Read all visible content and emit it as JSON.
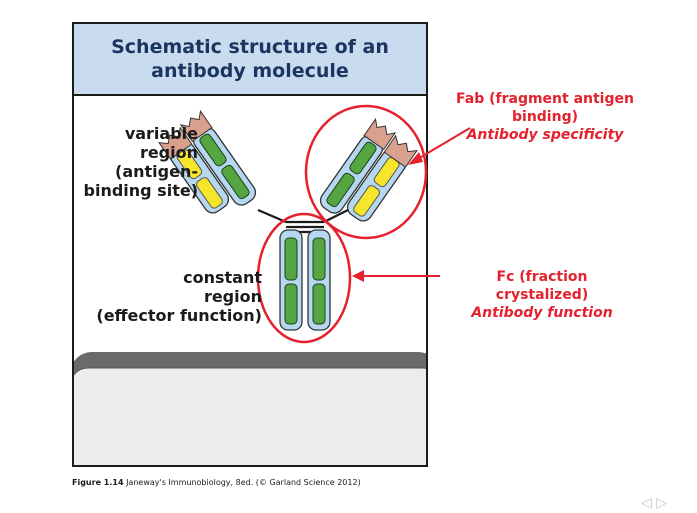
{
  "figure": {
    "title_line1": "Schematic structure of an",
    "title_line2": "antibody molecule",
    "variable_label": [
      "variable",
      "region",
      "(antigen-",
      "binding site)"
    ],
    "constant_label": [
      "constant",
      "region",
      "(effector function)"
    ],
    "caption_lead": "Figure 1.14",
    "caption_text": "Janeway's Immunobiology, 8ed. (© Garland Science 2012)"
  },
  "annotations": {
    "fab_line1": "Fab (fragment antigen",
    "fab_line2": "binding)",
    "fab_line3": "Antibody specificity",
    "fc_line1": "Fc (fraction",
    "fc_line2": "crystalized)",
    "fc_line3": "Antibody function"
  },
  "nav": {
    "prev": "◁",
    "next": "▷"
  },
  "colors": {
    "header_bg": "#c9dcef",
    "heavy_chain": "#55a541",
    "light_chain": "#f6e62b",
    "light_outline": "#d17c70",
    "domain_box": "#b5d7ef",
    "annotation": "#e4212d",
    "membrane": "#6a6a6a"
  }
}
